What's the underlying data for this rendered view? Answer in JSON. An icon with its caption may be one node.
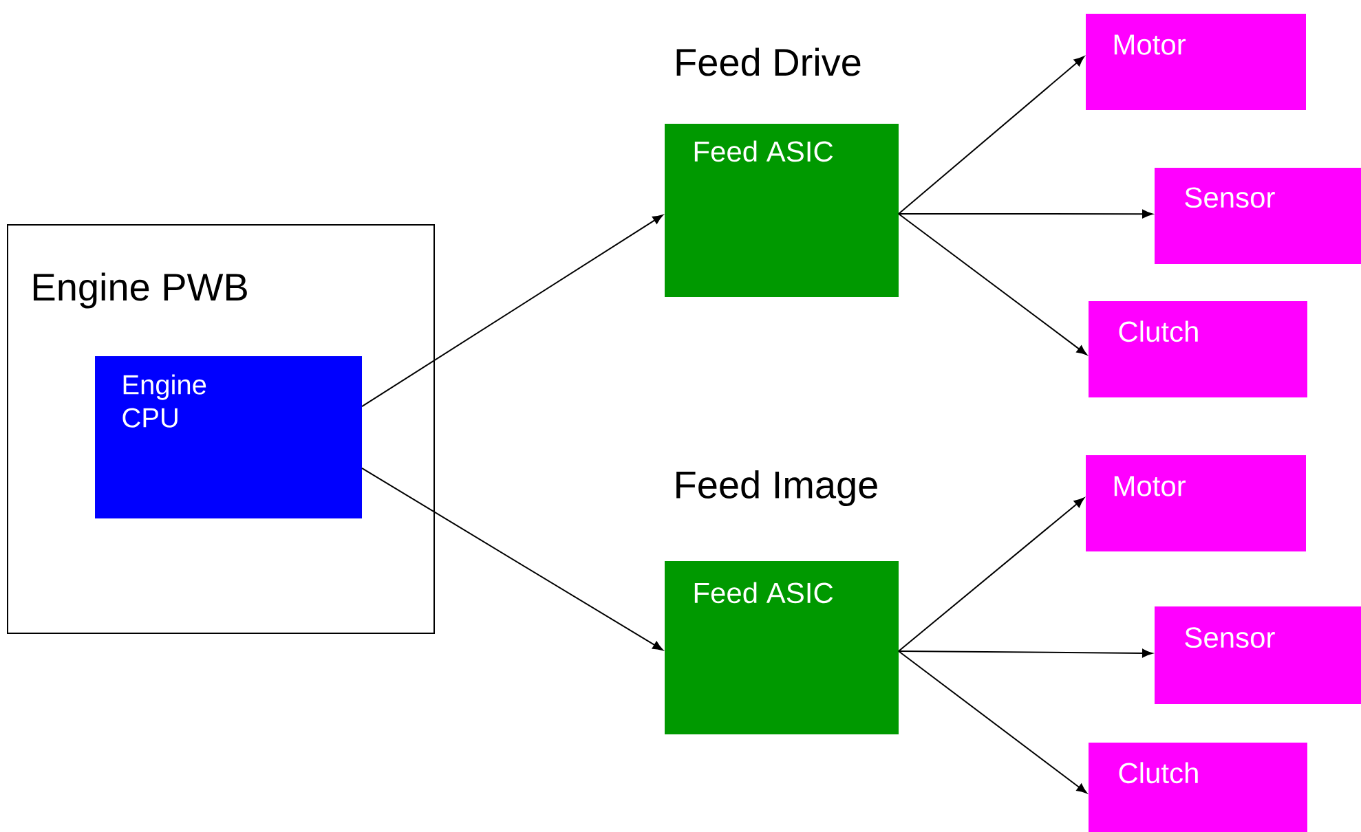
{
  "diagram": {
    "nodes": [
      {
        "text": [
          "Engine PWB"
        ]
      },
      {
        "text": [
          "Engine CPU"
        ],
        "in": 0
      },
      {
        "text": [
          "Feed Drive",
          "Feed ASIC"
        ]
      },
      {
        "text": [
          "Motor"
        ]
      },
      {
        "text": [
          "Sensor"
        ]
      },
      {
        "text": [
          "Clutch"
        ]
      },
      {
        "text": [
          "Feed Image",
          "Feed ASIC"
        ]
      },
      {
        "text": [
          "Motor"
        ]
      },
      {
        "text": [
          "Sensor"
        ]
      },
      {
        "text": [
          "Clutch"
        ]
      }
    ],
    "edges": [
      {
        "from": 1,
        "to": 2,
        "arrow": "to"
      },
      {
        "from": 1,
        "to": 6,
        "arrow": "to"
      },
      {
        "from": 2,
        "to": 3,
        "arrow": "to"
      },
      {
        "from": 2,
        "to": 4,
        "arrow": "to"
      },
      {
        "from": 2,
        "to": 5,
        "arrow": "to"
      },
      {
        "from": 6,
        "to": 7,
        "arrow": "to"
      },
      {
        "from": 6,
        "to": 8,
        "arrow": "to"
      },
      {
        "from": 6,
        "to": 9,
        "arrow": "to"
      }
    ]
  }
}
